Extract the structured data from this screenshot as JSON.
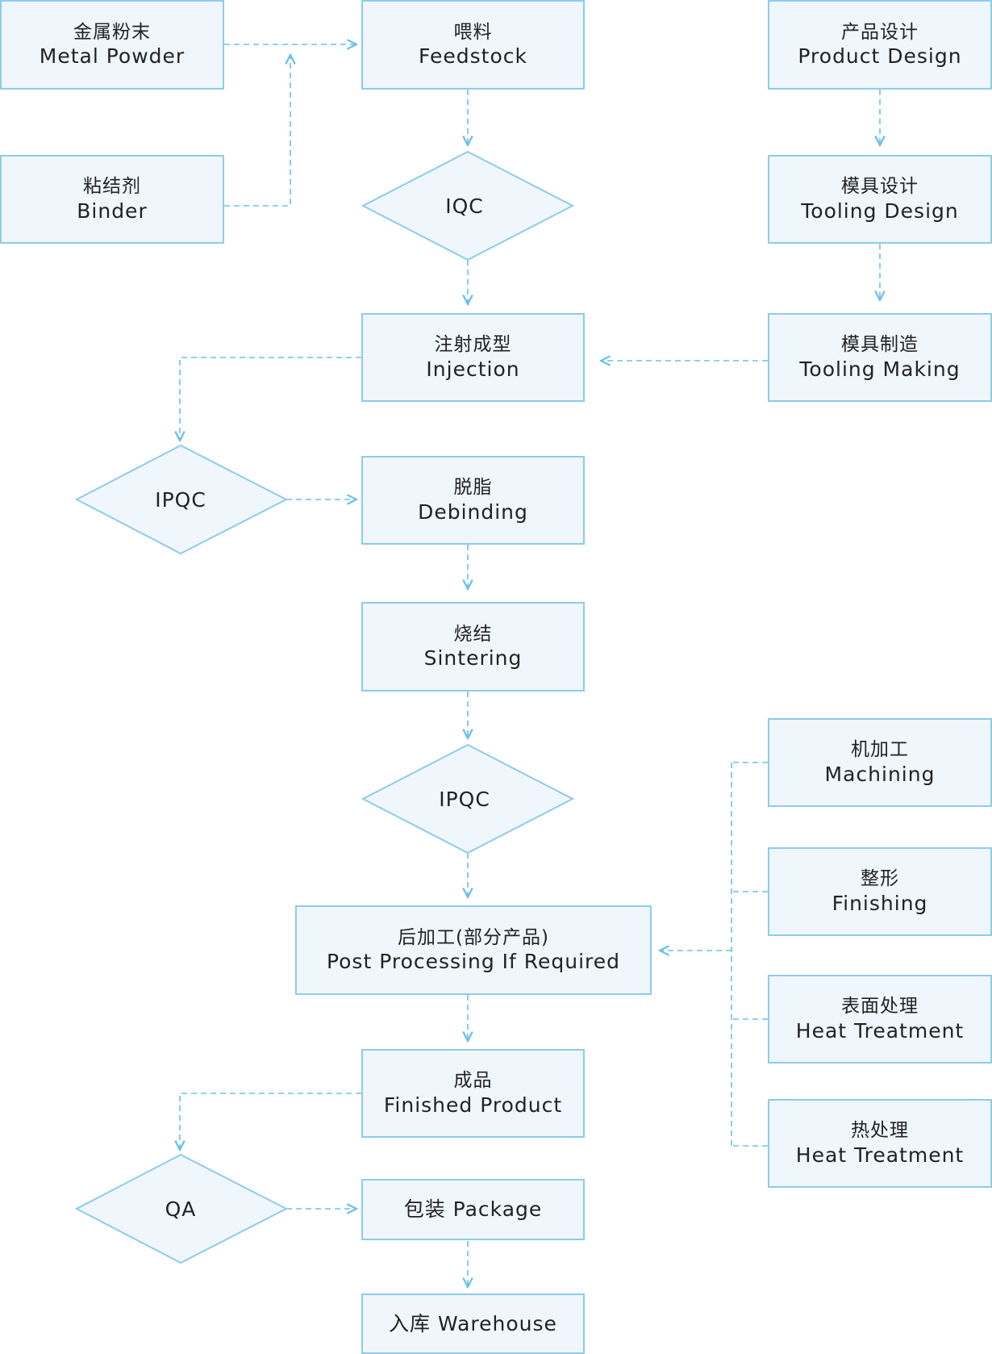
{
  "colors": {
    "node_fill": "#eff6fc",
    "node_border": "#8ecbec",
    "connector": "#6cc0ea",
    "text": "#222222"
  },
  "nodes": {
    "metal_powder": {
      "cn": "金属粉末",
      "en": "Metal Powder"
    },
    "binder": {
      "cn": "粘结剂",
      "en": "Binder"
    },
    "feedstock": {
      "cn": "喂料",
      "en": "Feedstock"
    },
    "iqc": {
      "label": "IQC"
    },
    "injection": {
      "cn": "注射成型",
      "en": "Injection"
    },
    "ipqc_1": {
      "label": "IPQC"
    },
    "debinding": {
      "cn": "脱脂",
      "en": "Debinding"
    },
    "sintering": {
      "cn": "烧结",
      "en": "Sintering"
    },
    "ipqc_2": {
      "label": "IPQC"
    },
    "post_processing": {
      "cn": "后加工(部分产品)",
      "en": "Post Processing If Required"
    },
    "finished_product": {
      "cn": "成品",
      "en": "Finished Product"
    },
    "qa": {
      "label": "QA"
    },
    "package": {
      "label": "包装 Package"
    },
    "warehouse": {
      "label": "入库 Warehouse"
    },
    "product_design": {
      "cn": "产品设计",
      "en": "Product Design"
    },
    "tooling_design": {
      "cn": "模具设计",
      "en": "Tooling Design"
    },
    "tooling_making": {
      "cn": "模具制造",
      "en": "Tooling Making"
    },
    "machining": {
      "cn": "机加工",
      "en": "Machining"
    },
    "finishing": {
      "cn": "整形",
      "en": "Finishing"
    },
    "surface_treatment": {
      "cn": "表面处理",
      "en": "Heat Treatment"
    },
    "heat_treatment": {
      "cn": "热处理",
      "en": "Heat Treatment"
    }
  },
  "edges": [
    {
      "from": "metal_powder",
      "to": "feedstock"
    },
    {
      "from": "binder",
      "to": "feedstock"
    },
    {
      "from": "feedstock",
      "to": "iqc"
    },
    {
      "from": "iqc",
      "to": "injection"
    },
    {
      "from": "product_design",
      "to": "tooling_design"
    },
    {
      "from": "tooling_design",
      "to": "tooling_making"
    },
    {
      "from": "tooling_making",
      "to": "injection"
    },
    {
      "from": "injection",
      "to": "ipqc_1"
    },
    {
      "from": "ipqc_1",
      "to": "debinding"
    },
    {
      "from": "debinding",
      "to": "sintering"
    },
    {
      "from": "sintering",
      "to": "ipqc_2"
    },
    {
      "from": "ipqc_2",
      "to": "post_processing"
    },
    {
      "from": "machining",
      "to": "post_processing"
    },
    {
      "from": "finishing",
      "to": "post_processing"
    },
    {
      "from": "surface_treatment",
      "to": "post_processing"
    },
    {
      "from": "heat_treatment",
      "to": "post_processing"
    },
    {
      "from": "post_processing",
      "to": "finished_product"
    },
    {
      "from": "finished_product",
      "to": "qa"
    },
    {
      "from": "qa",
      "to": "package"
    },
    {
      "from": "package",
      "to": "warehouse"
    }
  ]
}
